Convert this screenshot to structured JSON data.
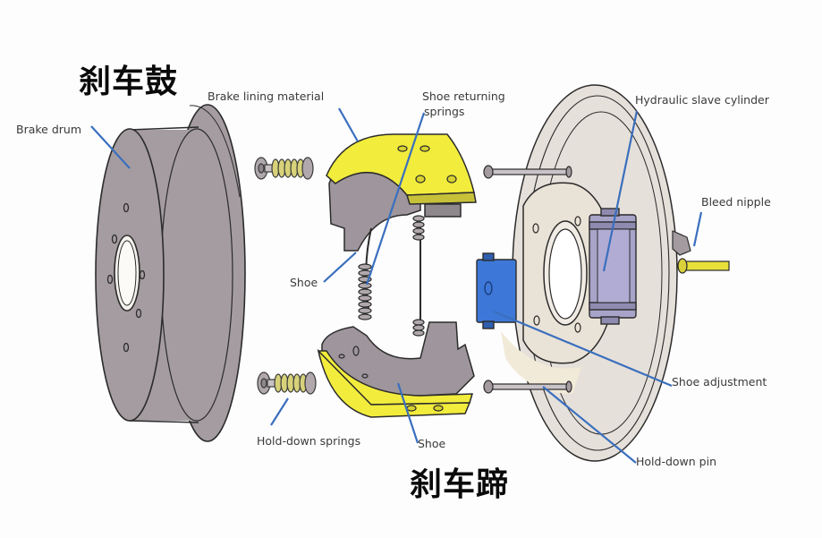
{
  "title_top": "刹车鼓",
  "title_bottom": "刹车蹄",
  "labels": {
    "brake_drum": "Brake drum",
    "brake_lining": "Brake lining material",
    "shoe_returning_1": "Shoe returning",
    "shoe_returning_2": "springs",
    "hydraulic": "Hydraulic slave cylinder",
    "bleed": "Bleed nipple",
    "shoe_left": "Shoe",
    "shoe_adjustment": "Shoe adjustment",
    "hold_down_springs": "Hold-down springs",
    "shoe_bottom": "Shoe",
    "hold_down_pin": "Hold-down pin"
  },
  "colors": {
    "drum": "#a49ca0",
    "lining": "#f2ec3c",
    "shoe_web": "#9e969c",
    "plate": "#e6e0da",
    "adjuster": "#3d78d8",
    "cylinder": "#a8a3c8",
    "leader": "#3a6fbe",
    "pipe": "#e8e03a"
  }
}
